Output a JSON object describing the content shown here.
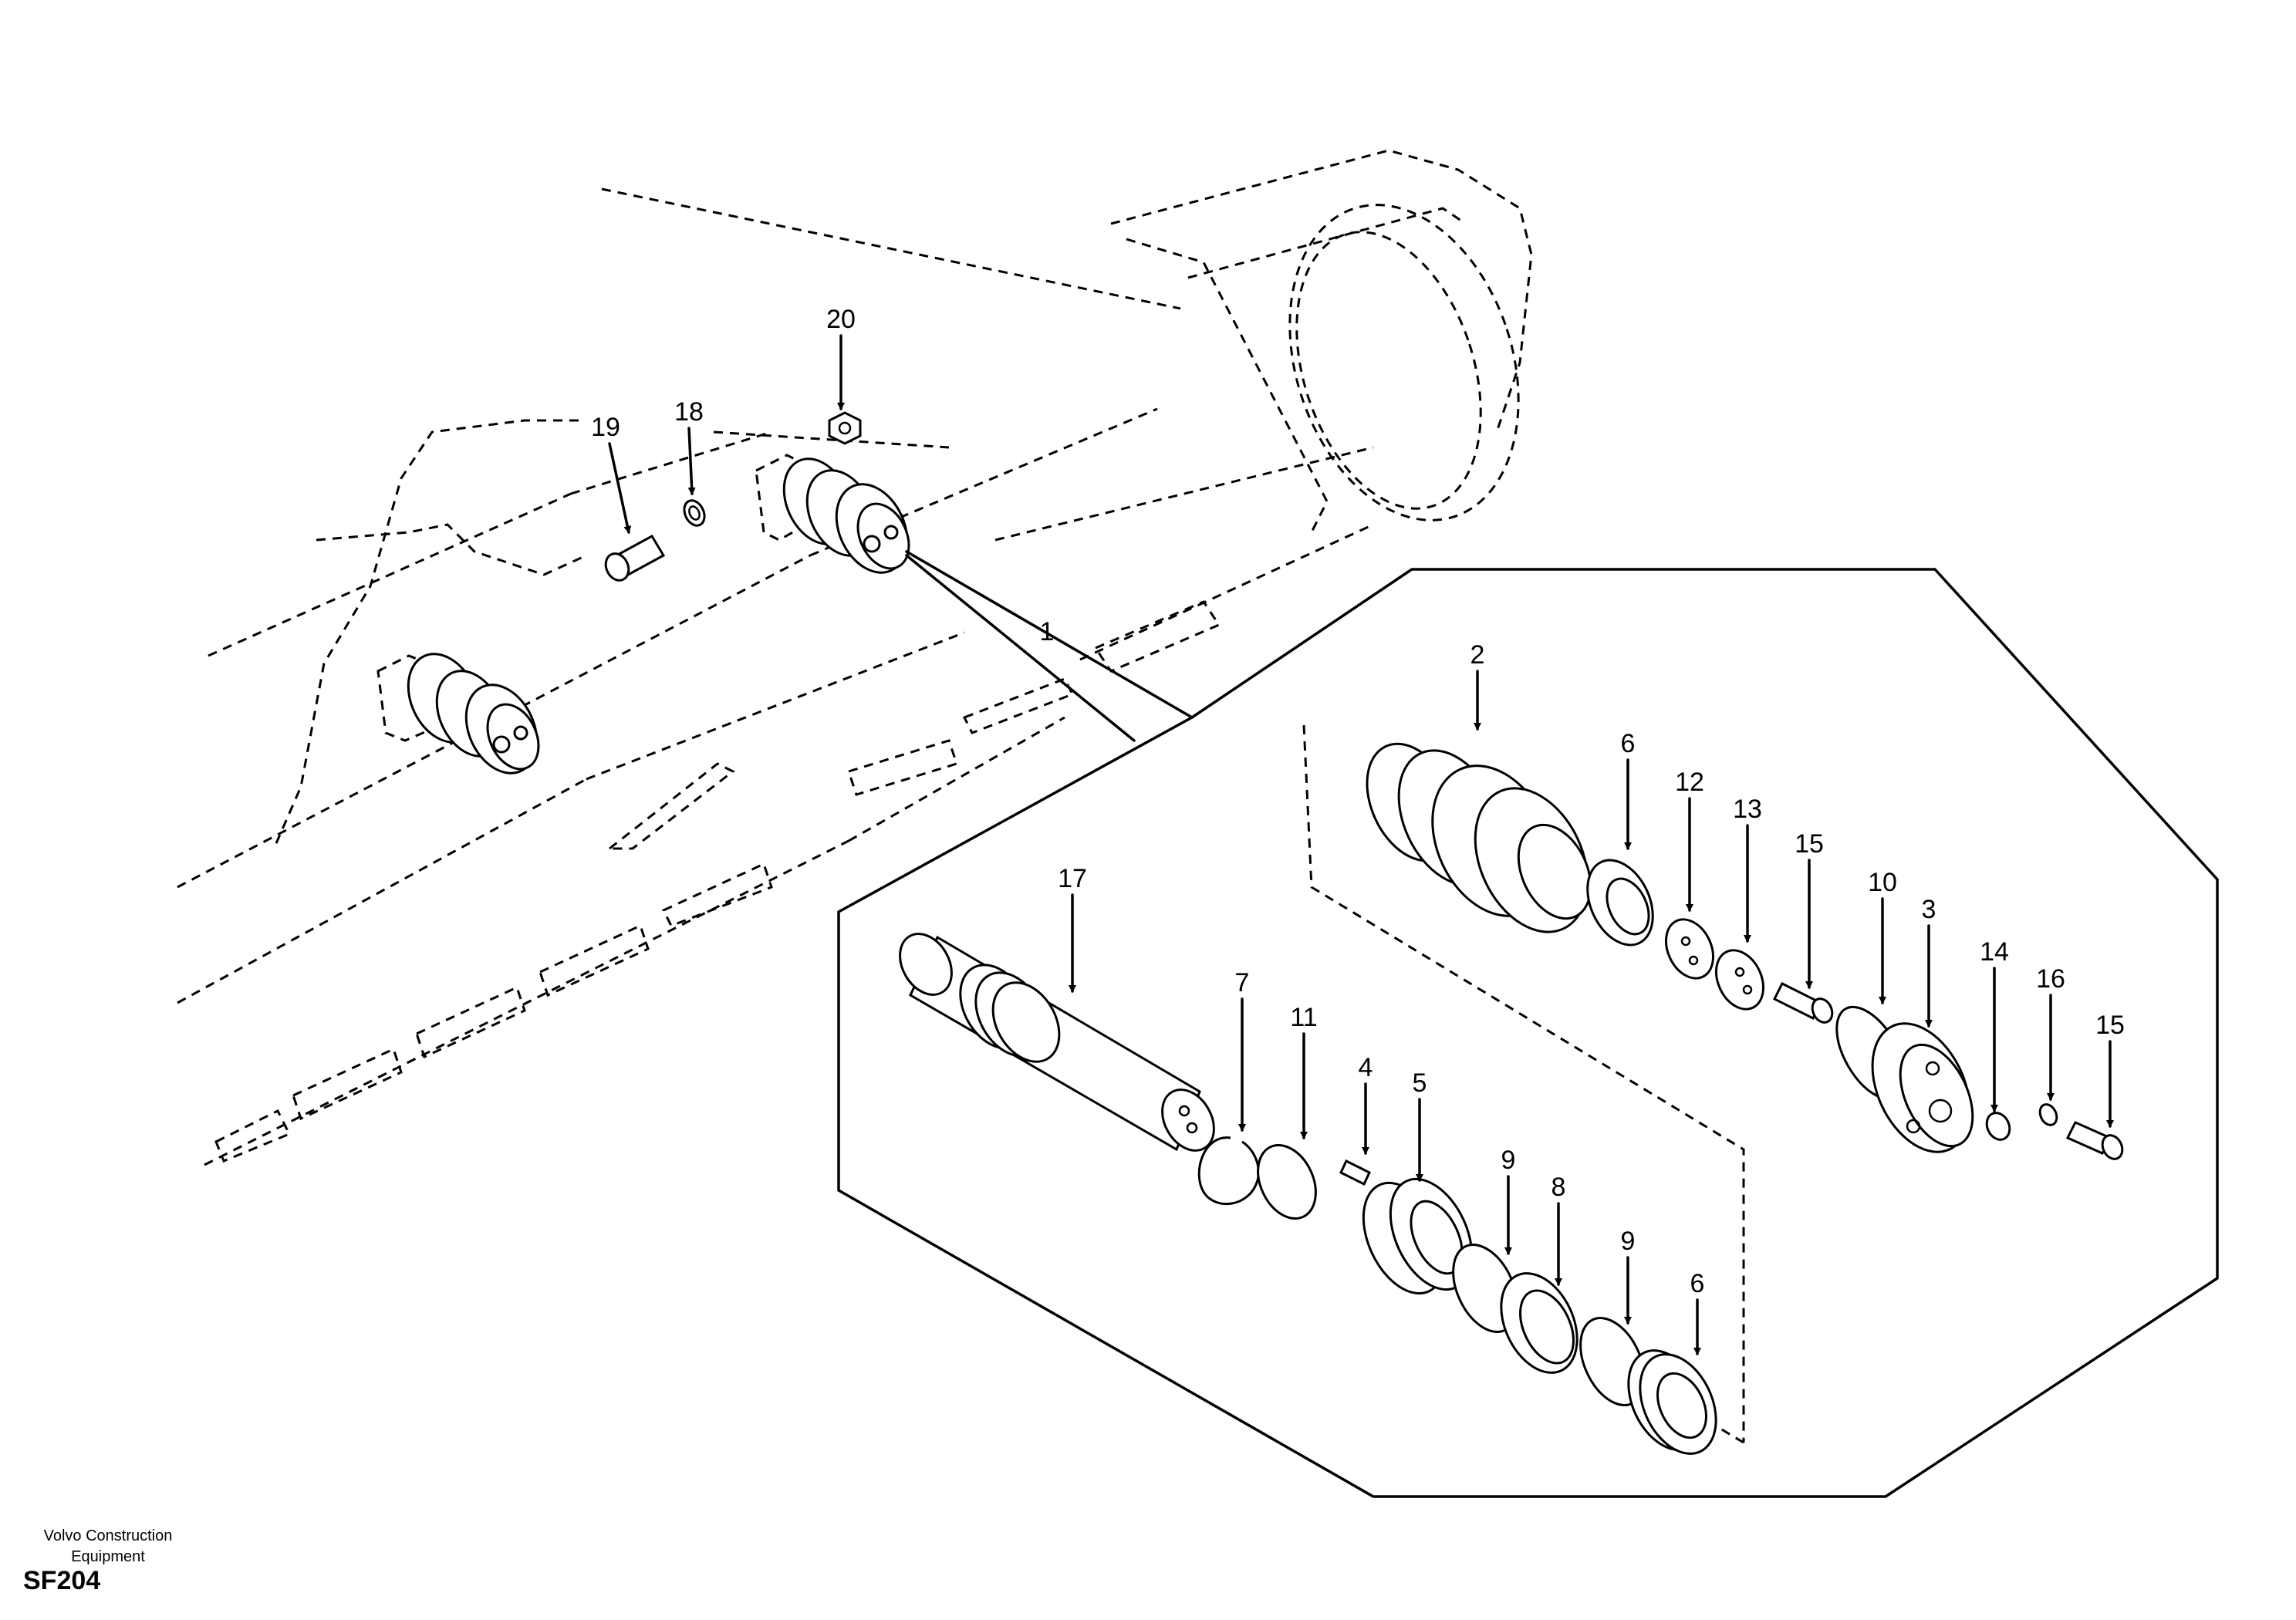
{
  "diagram": {
    "callouts": [
      "20",
      "18",
      "19",
      "1",
      "2",
      "6",
      "12",
      "13",
      "15",
      "17",
      "10",
      "3",
      "14",
      "16",
      "15",
      "7",
      "11",
      "4",
      "5",
      "9",
      "8",
      "9",
      "6"
    ]
  },
  "footer": {
    "brand": "Volvo Construction Equipment",
    "code": "SF204"
  },
  "icons": [
    "arrow-icon"
  ]
}
